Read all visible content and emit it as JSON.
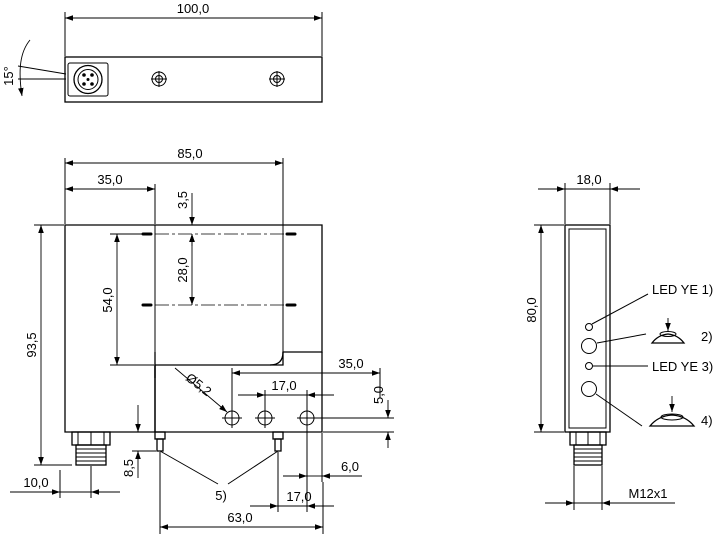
{
  "dimensions": {
    "top_width": "100,0",
    "angle": "15°",
    "width_85": "85,0",
    "offset_35": "35,0",
    "slot_gap": "3,5",
    "height_54": "54,0",
    "slot_28": "28,0",
    "height_93": "93,5",
    "right_35": "35,0",
    "hole_dia": "Ø5,2",
    "pitch_17_top": "17,0",
    "edge_5": "5,0",
    "conn_10": "10,0",
    "led_8_5": "8,5",
    "side_6": "6,0",
    "pitch_17_bottom": "17,0",
    "base_63": "63,0",
    "side_width": "18,0",
    "side_height": "80,0"
  },
  "callouts": {
    "led_ye_1": "LED YE 1)",
    "note_2": "2)",
    "led_ye_3": "LED YE 3)",
    "note_4": "4)",
    "note_5": "5)",
    "thread": "M12x1"
  }
}
